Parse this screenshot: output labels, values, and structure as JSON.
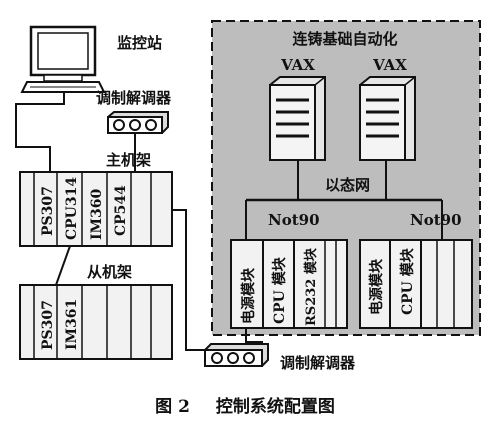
{
  "figure": {
    "monitor_station_label": "监控站",
    "modem_top_label": "调制解调器",
    "main_rack_label": "主机架",
    "slave_rack_label": "从机架",
    "main_rack_modules": [
      "PS307",
      "CPU314",
      "IM360",
      "CP544",
      "",
      ""
    ],
    "slave_rack_modules": [
      "PS307",
      "IM361",
      "",
      "",
      "",
      ""
    ],
    "automation_title": "连铸基础自动化",
    "server_labels": [
      "VAX",
      "VAX"
    ],
    "ethernet_label": "以态网",
    "node_labels": [
      "Not90",
      "Not90"
    ],
    "node_left_modules": [
      "电源模块",
      "CPU 模块",
      "RS232 模块"
    ],
    "node_right_modules": [
      "电源模块",
      "CPU 模块"
    ],
    "modem_bottom_label": "调制解调器"
  },
  "caption": {
    "number": "图 2",
    "title": "控制系统配置图"
  }
}
